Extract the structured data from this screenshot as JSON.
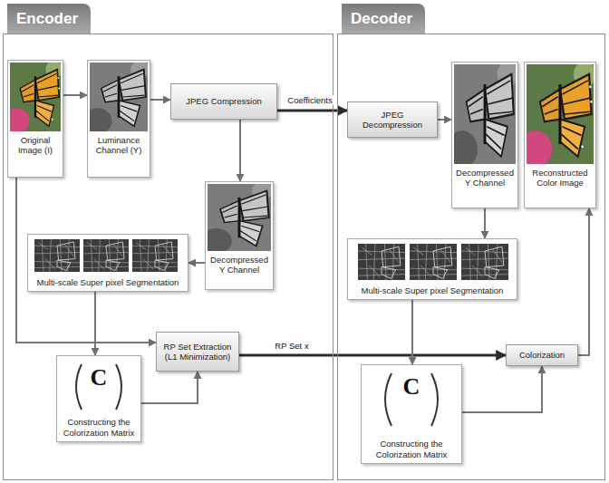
{
  "diagram": {
    "nodes": [
      {
        "text": [
          "Encoder"
        ]
      },
      {
        "text": [
          "Original Image (I)"
        ],
        "in": 0
      },
      {
        "text": [
          "Luminance Channel (Y)"
        ],
        "in": 0
      },
      {
        "text": [
          "JPEG Compression"
        ],
        "in": 0
      },
      {
        "text": [
          "Decompressed Y Channel"
        ],
        "in": 0
      },
      {
        "text": [
          "Multi-scale Super pixel Segmentation"
        ],
        "in": 0
      },
      {
        "text": [
          "RP Set Extraction (L1 Minimization)"
        ],
        "in": 0
      },
      {
        "text": [
          "C",
          "Constructing the Colorization Matrix"
        ],
        "in": 0
      },
      {
        "text": [
          "Decoder"
        ]
      },
      {
        "text": [
          "JPEG Decompression"
        ],
        "in": 8
      },
      {
        "text": [
          "Decompressed Y Channel"
        ],
        "in": 8
      },
      {
        "text": [
          "Reconstructed Color Image"
        ],
        "in": 8
      },
      {
        "text": [
          "Multi-scale Super pixel Segmentation"
        ],
        "in": 8
      },
      {
        "text": [
          "Colorization"
        ],
        "in": 8
      },
      {
        "text": [
          "C",
          "Constructing the Colorization Matrix"
        ],
        "in": 8
      }
    ],
    "edges": [
      {
        "from": 1,
        "to": 2,
        "arrow": "to"
      },
      {
        "from": 2,
        "to": 3,
        "arrow": "to"
      },
      {
        "from": 3,
        "to": 4,
        "arrow": "to"
      },
      {
        "from": 3,
        "to": 9,
        "label": "Coefficients",
        "arrow": "to"
      },
      {
        "from": 4,
        "to": 5,
        "arrow": "to"
      },
      {
        "from": 5,
        "to": 7,
        "arrow": "to"
      },
      {
        "from": 1,
        "to": 6,
        "arrow": "to"
      },
      {
        "from": 7,
        "to": 6,
        "arrow": "to"
      },
      {
        "from": 6,
        "to": 13,
        "label": "RP Set x",
        "arrow": "to"
      },
      {
        "from": 9,
        "to": 10,
        "arrow": "to"
      },
      {
        "from": 10,
        "to": 12,
        "arrow": "to"
      },
      {
        "from": 12,
        "to": 14,
        "arrow": "to"
      },
      {
        "from": 14,
        "to": 13,
        "arrow": "to"
      },
      {
        "from": 13,
        "to": 11,
        "arrow": "to"
      }
    ]
  }
}
